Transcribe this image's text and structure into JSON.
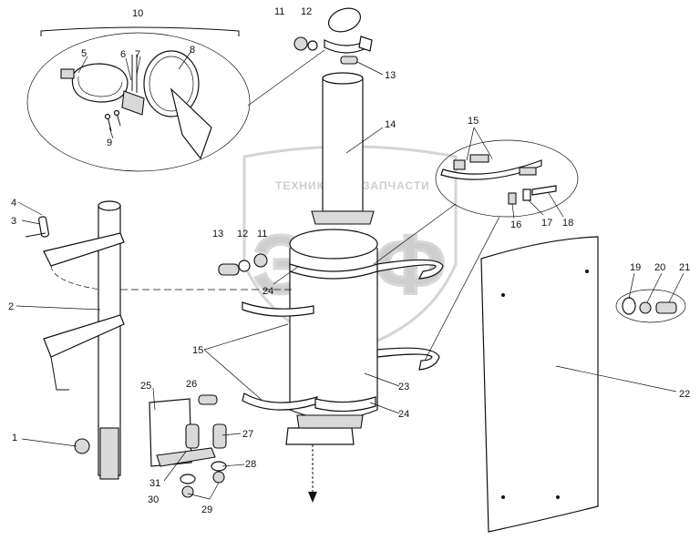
{
  "watermark": {
    "left_text": "ТЕХНИКА",
    "right_text": "ЗАПЧАСТИ",
    "logo_letters": "ЭПФ",
    "gear_icon": "gear-icon"
  },
  "callouts": [
    {
      "id": "c1",
      "label": "1"
    },
    {
      "id": "c2",
      "label": "2"
    },
    {
      "id": "c3",
      "label": "3"
    },
    {
      "id": "c4",
      "label": "4"
    },
    {
      "id": "c5",
      "label": "5"
    },
    {
      "id": "c6",
      "label": "6"
    },
    {
      "id": "c7",
      "label": "7"
    },
    {
      "id": "c8",
      "label": "8"
    },
    {
      "id": "c9",
      "label": "9"
    },
    {
      "id": "c10",
      "label": "10"
    },
    {
      "id": "c11a",
      "label": "11"
    },
    {
      "id": "c12a",
      "label": "12"
    },
    {
      "id": "c13a",
      "label": "13"
    },
    {
      "id": "c14",
      "label": "14"
    },
    {
      "id": "c15a",
      "label": "15"
    },
    {
      "id": "c16",
      "label": "16"
    },
    {
      "id": "c17",
      "label": "17"
    },
    {
      "id": "c18",
      "label": "18"
    },
    {
      "id": "c13b",
      "label": "13"
    },
    {
      "id": "c12b",
      "label": "12"
    },
    {
      "id": "c11b",
      "label": "11"
    },
    {
      "id": "c19",
      "label": "19"
    },
    {
      "id": "c20",
      "label": "20"
    },
    {
      "id": "c21",
      "label": "21"
    },
    {
      "id": "c24a",
      "label": "24"
    },
    {
      "id": "c15b",
      "label": "15"
    },
    {
      "id": "c22",
      "label": "22"
    },
    {
      "id": "c23",
      "label": "23"
    },
    {
      "id": "c24b",
      "label": "24"
    },
    {
      "id": "c25",
      "label": "25"
    },
    {
      "id": "c26",
      "label": "26"
    },
    {
      "id": "c27",
      "label": "27"
    },
    {
      "id": "c28",
      "label": "28"
    },
    {
      "id": "c29",
      "label": "29"
    },
    {
      "id": "c30",
      "label": "30"
    },
    {
      "id": "c31",
      "label": "31"
    }
  ]
}
